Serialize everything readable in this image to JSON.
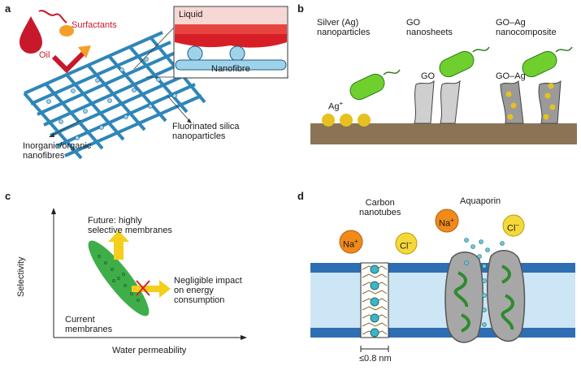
{
  "panels": {
    "a": {
      "label": "a",
      "inset_liquid": "Liquid",
      "inset_nanofibre": "Nanofibre",
      "surfactants": "Surfactants",
      "oil": "Oil",
      "fluorinated": "Fluorinated silica\nnanoparticles",
      "nanofibres": "Inorganic/organic\nnanofibres"
    },
    "b": {
      "label": "b",
      "silver": "Silver (Ag)\nnanoparticles",
      "go_sheets": "GO\nnanosheets",
      "go_ag_comp": "GO–Ag\nnanocomposite",
      "ag_plus": "Ag",
      "ag_plus_sup": "+",
      "go": "GO",
      "go_ag": "GO–Ag"
    },
    "c": {
      "label": "c",
      "future": "Future: highly\nselective membranes",
      "negligible": "Negligible impact\non energy\nconsumption",
      "current": "Current\nmembranes",
      "ylabel": "Selectivity",
      "xlabel": "Water permeability"
    },
    "d": {
      "label": "d",
      "carbon": "Carbon\nnanotubes",
      "aquaporin": "Aquaporin",
      "na": "Na",
      "na_sup": "+",
      "cl": "Cl",
      "cl_sup": "−",
      "scale": "≤0.8 nm"
    }
  },
  "colors": {
    "water_bg": "#cde6f5",
    "membrane_blue": "#2e6fb3",
    "fibre": "#2f86b8",
    "soil": "#8b7355",
    "bacteria": "#6fcf2e",
    "silver": "#e6c11f",
    "ellipse": "#3fae49",
    "arrow": "#f4cf1b",
    "oil_red": "#c8182b",
    "na_orange": "#f08a1a",
    "cl_yellow": "#f5d93a"
  }
}
